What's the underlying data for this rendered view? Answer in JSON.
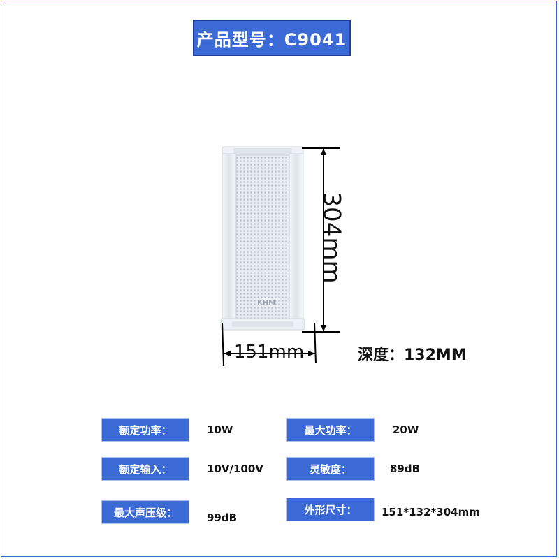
{
  "title": "产品型号：C9041",
  "dimensions": {
    "height_label": "304mm",
    "width_label": "151mm",
    "depth_label": "深度：132MM"
  },
  "speaker": {
    "brand_mark": "KHM"
  },
  "specs": [
    {
      "label": "额定功率：",
      "value": "10W"
    },
    {
      "label": "最大功率：",
      "value": "20W"
    },
    {
      "label": "额定输入：",
      "value": "10V/100V"
    },
    {
      "label": "灵敏度：",
      "value": "89dB"
    },
    {
      "label": "最大声压级：",
      "value": "99dB"
    },
    {
      "label": "外形尺寸：",
      "value": "151*132*304mm"
    }
  ],
  "colors": {
    "accent": "#3b6ad6",
    "border": "#3b5fd6"
  }
}
